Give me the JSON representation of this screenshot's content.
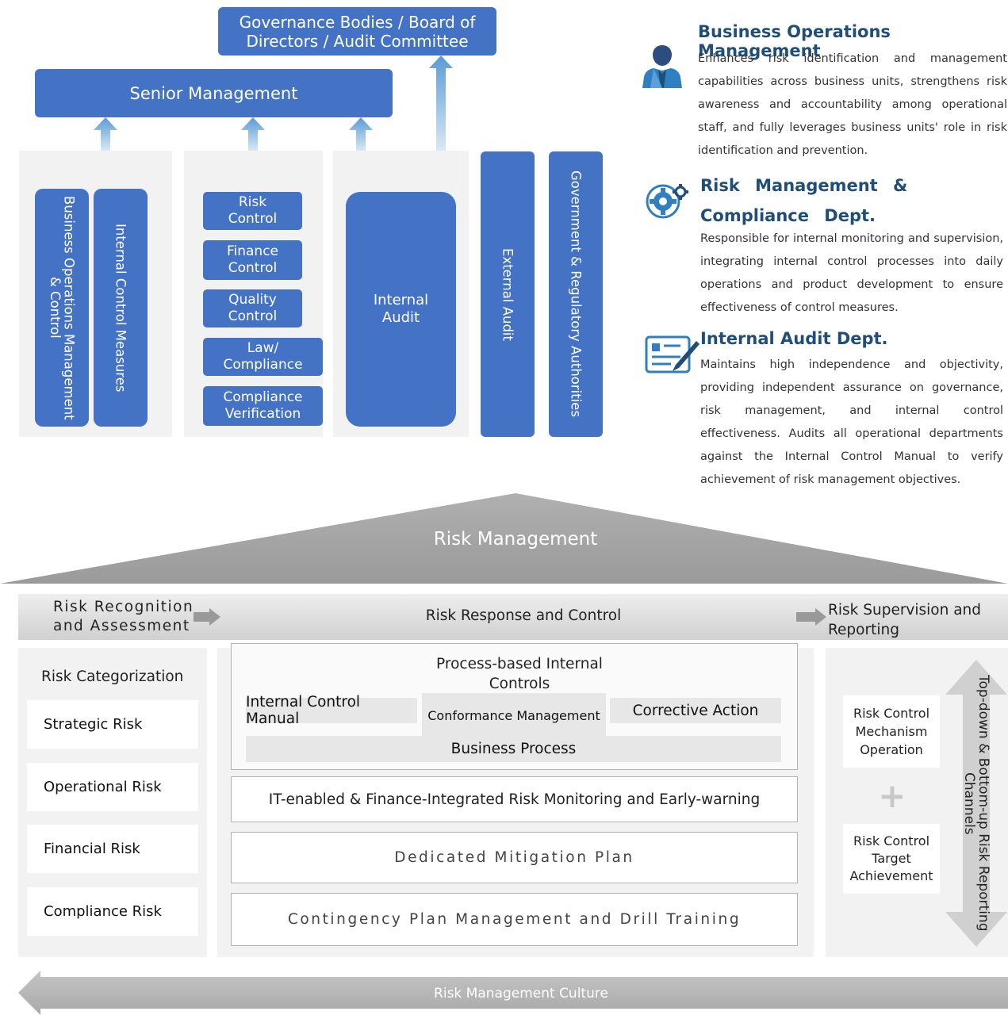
{
  "org": {
    "governance": "Governance Bodies / Board of Directors / Audit Committee",
    "senior": "Senior Management",
    "col1": [
      "Business Operations Management & Control",
      "Internal Control Measures"
    ],
    "col2": [
      "Risk Control",
      "Finance Control",
      "Quality Control",
      "Law/ Compliance",
      "Compliance Verification"
    ],
    "col3": "Internal Audit",
    "external": "External Audit",
    "government": "Government & Regulatory Authorities"
  },
  "descriptions": [
    {
      "icon": "person-icon",
      "title": "Business Operations Management",
      "text": "Enhances risk identification and management capabilities across business units, strengthens risk awareness and accountability among operational staff, and fully leverages business units' role in risk identification and prevention."
    },
    {
      "icon": "gear-icon",
      "title": "Risk Management & Compliance Dept.",
      "text": "Responsible for internal monitoring and supervision, integrating internal control processes into daily operations and product development to ensure effectiveness of control measures."
    },
    {
      "icon": "audit-document-icon",
      "title": "Internal Audit Dept.",
      "text": "Maintains high independence and objectivity, providing independent assurance on governance, risk management, and internal control effectiveness. Audits all operational departments against the Internal Control Manual to verify achievement of risk management objectives."
    }
  ],
  "risk": {
    "roof": "Risk Management",
    "header": [
      "Risk Recognition and Assessment",
      "Risk Response and Control",
      "Risk Supervision and Reporting"
    ],
    "categorization_title": "Risk Categorization",
    "categories": [
      "Strategic Risk",
      "Operational Risk",
      "Financial Risk",
      "Compliance Risk"
    ],
    "process_title": "Process-based Internal Controls",
    "manual": "Internal Control Manual",
    "conformance": "Conformance Management",
    "corrective": "Corrective Action",
    "business_process": "Business Process",
    "it_monitoring": "IT-enabled & Finance-Integrated Risk Monitoring and Early-warning",
    "mitigation": "Dedicated Mitigation Plan",
    "contingency": "Contingency Plan Management and Drill Training",
    "mechanism": "Risk Control Mechanism Operation",
    "plus": "+",
    "target": "Risk Control Target Achievement",
    "channels": "Top-down & Bottom-up Risk Reporting Channels",
    "culture": "Risk Management Culture"
  }
}
